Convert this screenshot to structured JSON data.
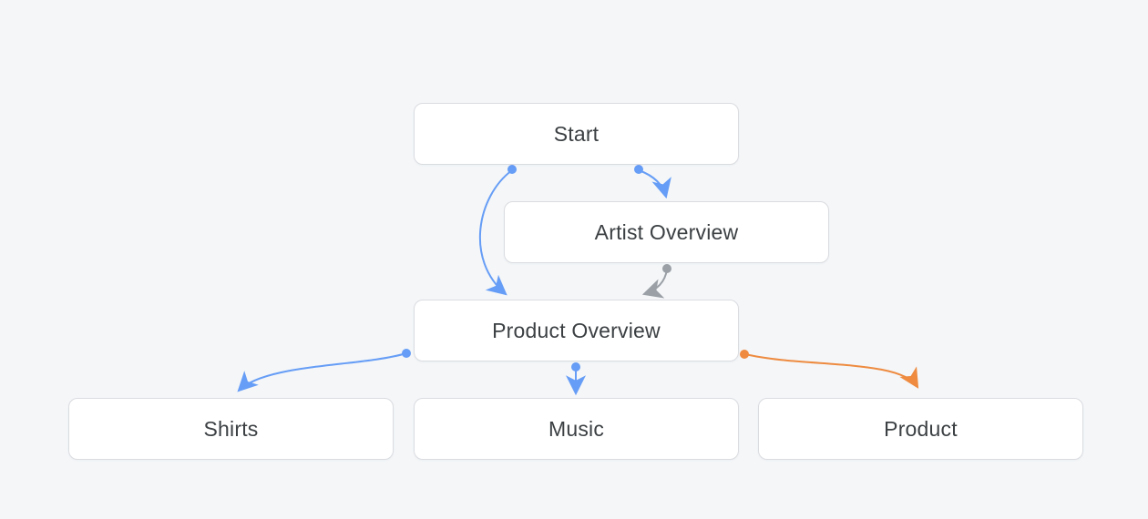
{
  "diagram": {
    "nodes": [
      {
        "id": "start",
        "label": "Start"
      },
      {
        "id": "artist-overview",
        "label": "Artist Overview"
      },
      {
        "id": "product-overview",
        "label": "Product Overview"
      },
      {
        "id": "shirts",
        "label": "Shirts"
      },
      {
        "id": "music",
        "label": "Music"
      },
      {
        "id": "product",
        "label": "Product"
      }
    ],
    "edges": [
      {
        "from": "start",
        "to": "artist-overview",
        "color": "blue"
      },
      {
        "from": "start",
        "to": "product-overview",
        "color": "blue"
      },
      {
        "from": "artist-overview",
        "to": "product-overview",
        "color": "gray"
      },
      {
        "from": "product-overview",
        "to": "shirts",
        "color": "blue"
      },
      {
        "from": "product-overview",
        "to": "music",
        "color": "blue"
      },
      {
        "from": "product-overview",
        "to": "product",
        "color": "orange"
      }
    ],
    "colors": {
      "blue": "#669df6",
      "gray": "#9aa0a6",
      "orange": "#ee8b40",
      "node_background": "#ffffff",
      "node_border": "#dadce0",
      "text": "#3c4043",
      "canvas_background": "#f4f6f8"
    }
  }
}
